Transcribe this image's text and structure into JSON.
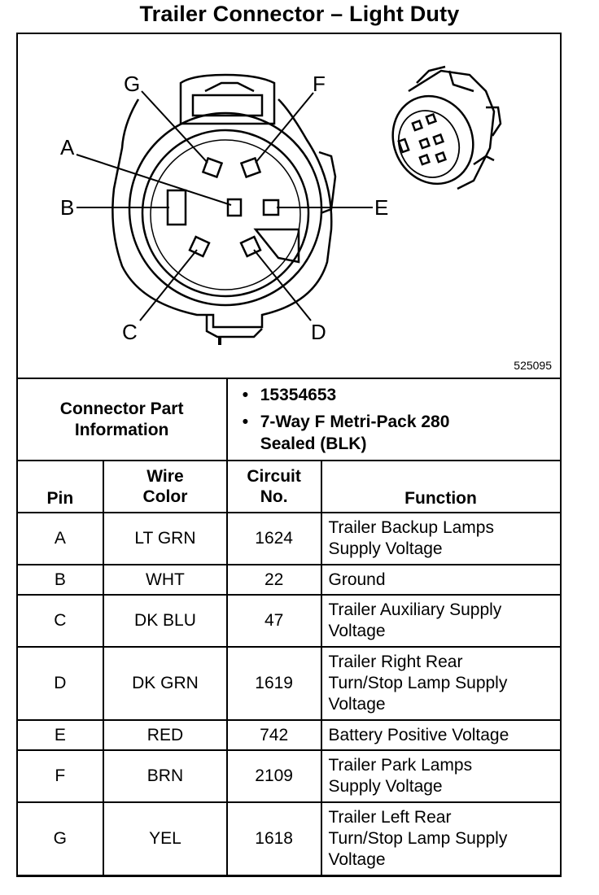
{
  "title": "Trailer Connector – Light Duty",
  "figure_number": "525095",
  "pin_labels": [
    "G",
    "F",
    "A",
    "B",
    "E",
    "C",
    "D"
  ],
  "connector_info": {
    "label_line1": "Connector Part",
    "label_line2": "Information",
    "part_number": "15354653",
    "description_line1": "7-Way F Metri-Pack 280",
    "description_line2": "Sealed (BLK)"
  },
  "columns": {
    "pin": "Pin",
    "wire_color_line1": "Wire",
    "wire_color_line2": "Color",
    "circuit_line1": "Circuit",
    "circuit_line2": "No.",
    "function": "Function"
  },
  "rows": [
    {
      "pin": "A",
      "color": "LT GRN",
      "circuit": "1624",
      "function_lines": [
        "Trailer Backup Lamps",
        "Supply Voltage"
      ]
    },
    {
      "pin": "B",
      "color": "WHT",
      "circuit": "22",
      "function_lines": [
        "Ground"
      ]
    },
    {
      "pin": "C",
      "color": "DK BLU",
      "circuit": "47",
      "function_lines": [
        "Trailer Auxiliary Supply",
        "Voltage"
      ]
    },
    {
      "pin": "D",
      "color": "DK GRN",
      "circuit": "1619",
      "function_lines": [
        "Trailer Right Rear",
        "Turn/Stop Lamp Supply",
        "Voltage"
      ]
    },
    {
      "pin": "E",
      "color": "RED",
      "circuit": "742",
      "function_lines": [
        "Battery Positive Voltage"
      ]
    },
    {
      "pin": "F",
      "color": "BRN",
      "circuit": "2109",
      "function_lines": [
        "Trailer Park Lamps",
        "Supply Voltage"
      ]
    },
    {
      "pin": "G",
      "color": "YEL",
      "circuit": "1618",
      "function_lines": [
        "Trailer Left Rear",
        "Turn/Stop Lamp Supply",
        "Voltage"
      ]
    }
  ]
}
